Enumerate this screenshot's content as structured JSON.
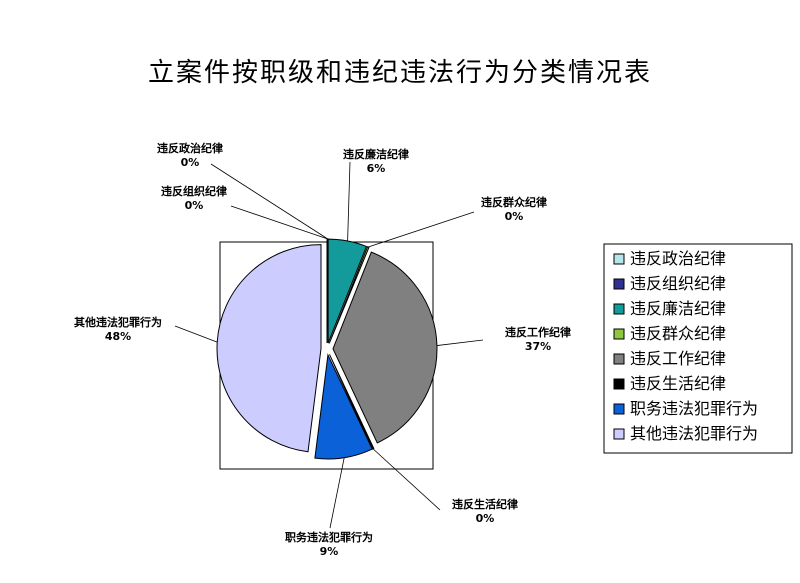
{
  "chart_data": {
    "type": "pie",
    "title": "立案件按职级和违纪违法行为分类情况表",
    "slices": [
      {
        "label": "违反政治纪律",
        "value": 0,
        "pct_label": "0%",
        "color": "#b4e6ec"
      },
      {
        "label": "违反组织纪律",
        "value": 0,
        "pct_label": "0%",
        "color": "#2e3192"
      },
      {
        "label": "违反廉洁纪律",
        "value": 6,
        "pct_label": "6%",
        "color": "#139a9a"
      },
      {
        "label": "违反群众纪律",
        "value": 0,
        "pct_label": "0%",
        "color": "#8dc63f"
      },
      {
        "label": "违反工作纪律",
        "value": 37,
        "pct_label": "37%",
        "color": "#808080"
      },
      {
        "label": "违反生活纪律",
        "value": 0,
        "pct_label": "0%",
        "color": "#000000"
      },
      {
        "label": "职务违法犯罪行为",
        "value": 9,
        "pct_label": "9%",
        "color": "#0b61d8"
      },
      {
        "label": "其他违法犯罪行为",
        "value": 48,
        "pct_label": "48%",
        "color": "#ccccff"
      }
    ],
    "legend_position": "right"
  }
}
